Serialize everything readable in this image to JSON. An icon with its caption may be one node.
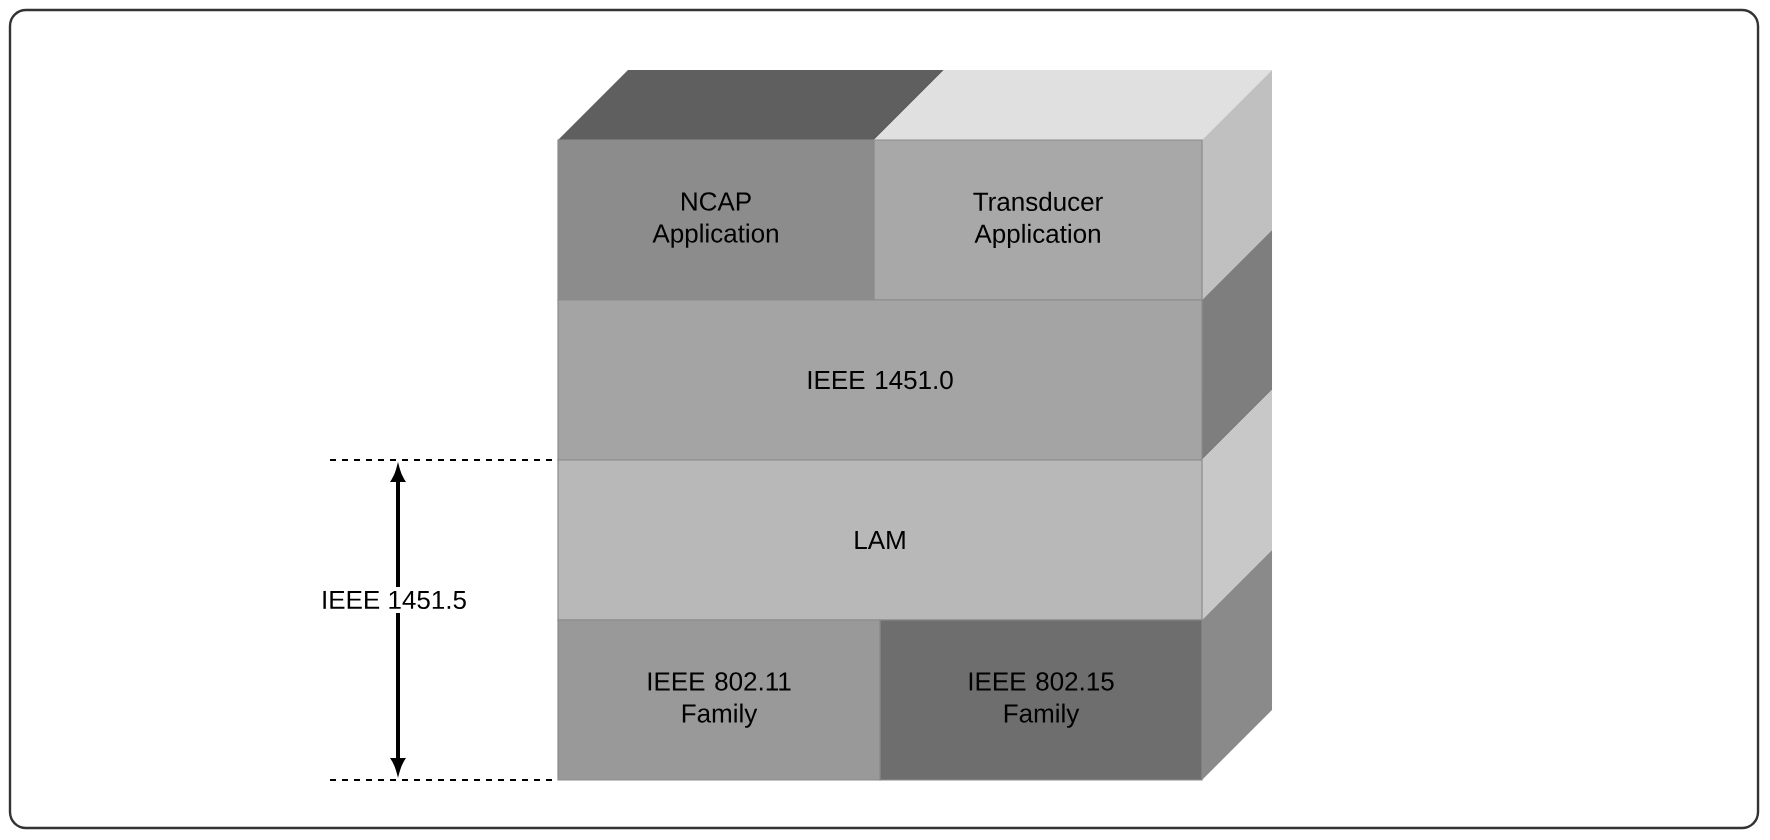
{
  "diagram": {
    "nodes": [
      {
        "text": [
          "NCAP Application"
        ]
      },
      {
        "text": [
          "Transducer Application"
        ]
      },
      {
        "text": [
          "IEEE 1451.0"
        ]
      },
      {
        "text": [
          "LAM"
        ]
      },
      {
        "text": [
          "IEEE 802.11 Family"
        ]
      },
      {
        "text": [
          "IEEE 802.15 Family"
        ]
      }
    ],
    "labels": [
      "IEEE 1451.5"
    ]
  }
}
